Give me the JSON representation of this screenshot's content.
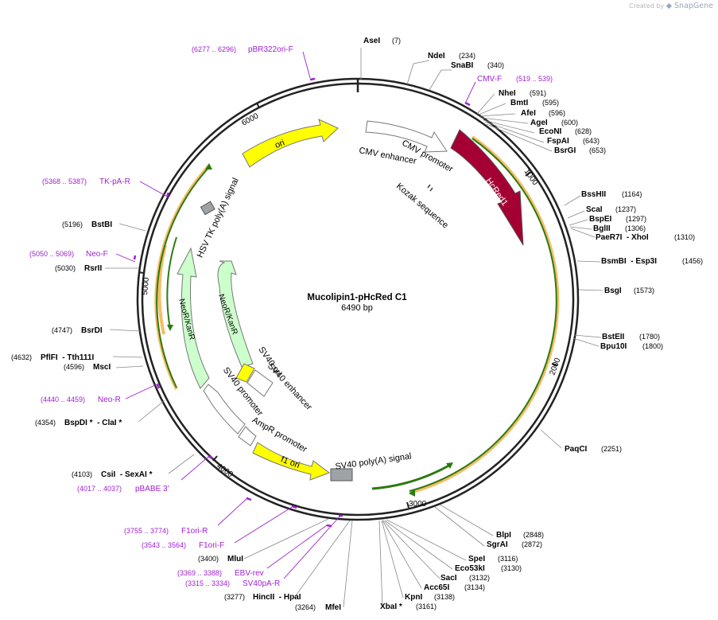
{
  "watermark": {
    "prefix": "Created by",
    "brand": "SnapGene"
  },
  "plasmid": {
    "name": "Mucolipin1-pHcRed C1",
    "length": 6490,
    "length_label": "6490 bp"
  },
  "ticks": [
    "1000",
    "2000",
    "3000",
    "4000",
    "5000",
    "6000"
  ],
  "sites": [
    {
      "name": "AseI",
      "pos": "(7)"
    },
    {
      "name": "NdeI",
      "pos": "(234)"
    },
    {
      "name": "SnaBI",
      "pos": "(340)"
    },
    {
      "name": "NheI",
      "pos": "(591)"
    },
    {
      "name": "BmtI",
      "pos": "(595)"
    },
    {
      "name": "AfeI",
      "pos": "(596)"
    },
    {
      "name": "AgeI",
      "pos": "(600)"
    },
    {
      "name": "EcoNI",
      "pos": "(628)"
    },
    {
      "name": "FspAI",
      "pos": "(643)"
    },
    {
      "name": "BsrGI",
      "pos": "(653)"
    },
    {
      "name": "BssHII",
      "pos": "(1164)"
    },
    {
      "name": "ScaI",
      "pos": "(1237)"
    },
    {
      "name": "BspEI",
      "pos": "(1297)"
    },
    {
      "name": "BglII",
      "pos": "(1306)"
    },
    {
      "name": "PaeR7I  - XhoI",
      "pos": "(1310)"
    },
    {
      "name": "BsmBI  - Esp3I",
      "pos": "(1456)"
    },
    {
      "name": "BsgI",
      "pos": "(1573)"
    },
    {
      "name": "BstEII",
      "pos": "(1780)"
    },
    {
      "name": "Bpu10I",
      "pos": "(1800)"
    },
    {
      "name": "PaqCI",
      "pos": "(2251)"
    },
    {
      "name": "BlpI",
      "pos": "(2848)"
    },
    {
      "name": "SgrAI",
      "pos": "(2872)"
    },
    {
      "name": "SpeI",
      "pos": "(3116)"
    },
    {
      "name": "Eco53kI",
      "pos": "(3130)"
    },
    {
      "name": "SacI",
      "pos": "(3132)"
    },
    {
      "name": "Acc65I",
      "pos": "(3134)"
    },
    {
      "name": "KpnI",
      "pos": "(3138)"
    },
    {
      "name": "XbaI *",
      "pos": "(3161)"
    },
    {
      "name": "MfeI",
      "pos": "(3264)"
    },
    {
      "name": "HincII  - HpaI",
      "pos": "(3277)"
    },
    {
      "name": "MluI",
      "pos": "(3400)"
    },
    {
      "name": "CsiI  - SexAI *",
      "pos": "(4103)"
    },
    {
      "name": "BspDI *  - ClaI *",
      "pos": "(4354)"
    },
    {
      "name": "MscI",
      "pos": "(4596)"
    },
    {
      "name": "PflFI  - Tth111I",
      "pos": "(4632)"
    },
    {
      "name": "BsrDI",
      "pos": "(4747)"
    },
    {
      "name": "RsrII",
      "pos": "(5030)"
    },
    {
      "name": "BstBI",
      "pos": "(5196)"
    }
  ],
  "primers": [
    {
      "name": "pBR322ori-F",
      "range": "(6277 .. 6296)"
    },
    {
      "name": "CMV-F",
      "range": "(519 .. 539)"
    },
    {
      "name": "TK-pA-R",
      "range": "(5368 .. 5387)"
    },
    {
      "name": "Neo-F",
      "range": "(5050 .. 5069)"
    },
    {
      "name": "Neo-R",
      "range": "(4440 .. 4459)"
    },
    {
      "name": "pBABE 3'",
      "range": "(4017 .. 4037)"
    },
    {
      "name": "F1ori-R",
      "range": "(3755 .. 3774)"
    },
    {
      "name": "F1ori-F",
      "range": "(3543 .. 3564)"
    },
    {
      "name": "EBV-rev",
      "range": "(3369 .. 3388)"
    },
    {
      "name": "SV40pA-R",
      "range": "(3315 .. 3334)"
    }
  ],
  "features": [
    {
      "name": "ori",
      "color": "#ffff00"
    },
    {
      "name": "CMV enhancer",
      "color": "#ffffff"
    },
    {
      "name": "CMV promoter",
      "color": "#ffffff"
    },
    {
      "name": "HcRed1",
      "color": "#a50034"
    },
    {
      "name": "Kozak sequence",
      "color": "#ffffff"
    },
    {
      "name": "HSV TK poly(A) signal",
      "color": "#9ea3a8"
    },
    {
      "name": "NeoR/KanR",
      "color": "#ccffcc"
    },
    {
      "name": "NeoR/KanR",
      "color": "#ccffcc"
    },
    {
      "name": "SV40 ori",
      "color": "#ffff00"
    },
    {
      "name": "SV40 enhancer",
      "color": "#ffffff"
    },
    {
      "name": "SV40 promoter",
      "color": "#ffffff"
    },
    {
      "name": "AmpR promoter",
      "color": "#ffffff"
    },
    {
      "name": "f1 ori",
      "color": "#ffff00"
    },
    {
      "name": "SV40 poly(A) signal",
      "color": "#9ea3a8"
    }
  ],
  "colors": {
    "primer": "#a020d0",
    "orf": "#f6b04a",
    "backbone": "#222222"
  }
}
